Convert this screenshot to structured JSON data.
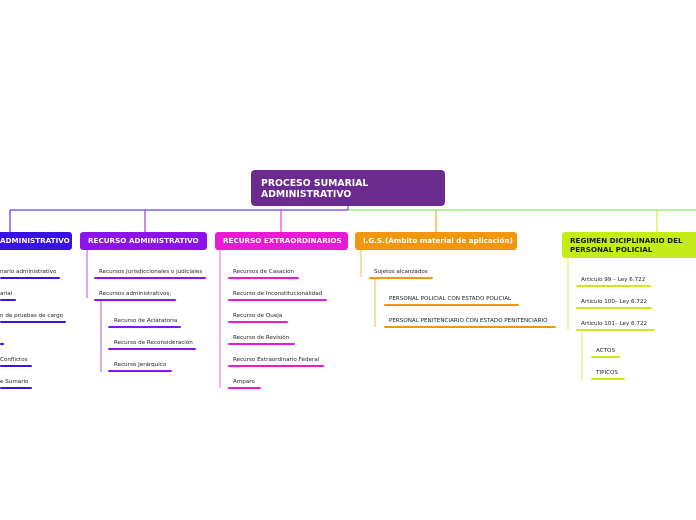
{
  "root": {
    "title": "PROCESO SUMARIAL ADMINISTRATIVO"
  },
  "colors": {
    "root": "#6a2a8f",
    "blue": "#3a10e8",
    "purple": "#8c14e8",
    "magenta": "#e81ad6",
    "orange": "#f3960f",
    "lime": "#c6ec17"
  },
  "branches": {
    "administrativo": {
      "label": "ADMINISTRATIVO",
      "items": [
        "nario administrativo",
        "arial",
        "n de pruebas de cargo",
        "Conflictos",
        "e Sumario"
      ]
    },
    "recurso_administrativo": {
      "label": "RECURSO ADMINISTRATIVO",
      "items": [
        "Recursos Jurisdiccionales o judiciales",
        "Recursos administrativos:"
      ],
      "subitems": [
        "Recurso de Aclaratoria",
        "Recurso de Reconsideración",
        "Recurso Jerárquico"
      ]
    },
    "recurso_extraordinarios": {
      "label": "RECURSO EXTRAORDINARIOS",
      "items": [
        "Recursos de Casación",
        "Recurso de Inconstitucionalidad",
        "Recurso de Queja",
        "Recurso de Revisión",
        "Recurso Extraordinario Federal",
        "Amparo"
      ]
    },
    "igs": {
      "label": "I.G.S.(Ámbito material de aplicación)",
      "items": [
        "Sujetos alcanzados"
      ],
      "subitems": [
        "PERSONAL POLICIAL CON ESTADO POLICIAL",
        "PERSONAL PENITENCIARIO CON ESTADO PENITENCIARIO"
      ]
    },
    "regimen": {
      "label": "REGIMEN DICIPLINARIO DEL PERSONAL POLICIAL",
      "items": [
        "Artículo 99 – Ley 6.722",
        "Artículo 100– Ley 6.722",
        "Artículo 101– Ley 6.722"
      ],
      "subitems": [
        "ACTOS",
        "TIPICOS"
      ]
    }
  }
}
